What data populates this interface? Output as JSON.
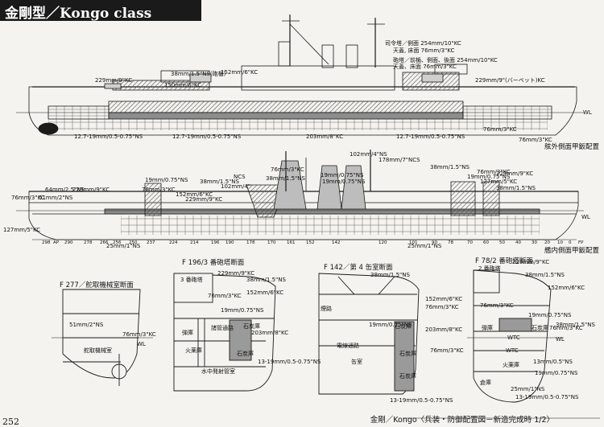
{
  "title": "金剛型／Kongo class",
  "page_number": "252",
  "caption": "金剛／Kongo〈兵装・防御配置図－新造完成時 1/2〉",
  "colors": {
    "paper": "#f4f3ef",
    "ink": "#1a1a1a",
    "armor_fill": "#9a9a9a",
    "hatch": "#6e6e6e"
  },
  "outboard_profile": {
    "caption": "舷外側面甲鈑配置",
    "labels": [
      "司令塔／側面 254mm/10\"KC",
      "天蓋, 床面 76mm/3\"KC",
      "砲塔／前楯、側面、後面 254mm/10\"KC",
      "天蓋、床面 76mm/3\"KC",
      "38mm/1.5\"NS(砲楯)",
      "152mm/6\"KC",
      "229mm/9\"KC",
      "150mm/6\"KC",
      "229mm/9\"(バーベット)KC",
      "76mm/3\"KC",
      "12.7-19mm/0.5-0.75\"NS",
      "12.7-19mm/0.5-0.75\"NS",
      "203mm/8\"KC",
      "12.7-19mm/0.5-0.75\"NS",
      "76mm/3\"KC",
      "WL"
    ]
  },
  "inboard_profile": {
    "caption": "艦内側面甲鈑配置",
    "labels": [
      "102mm/4\"NS",
      "178mm/7\"NCS",
      "38mm/1.5\"NS",
      "76mm/3\"KC",
      "229mm/9\"KC",
      "127mm/5\"KC",
      "19mm/0.75\"NS",
      "64mm/2.5\"NS",
      "51mm/2\"NS",
      "76mm/3\"KC",
      "229mm/9\"KC",
      "38mm/1.5\"NS",
      "NCS",
      "102mm/4\"",
      "152mm/6\"KC",
      "19mm/0.75\"NS",
      "76mm/3\"KC",
      "19mm/0.75\"NS",
      "19mm/0.75\"NS",
      "38mm/1.5\"NS",
      "76mm/3\"KC",
      "229mm/9\"KC",
      "38mm/1.5\"NS",
      "127mm/5\"KC",
      "25mm/1\"NS",
      "25mm/1\"NS",
      "WL"
    ],
    "frames": [
      "298",
      "AP",
      "290",
      "278",
      "266",
      "256",
      "250",
      "237",
      "224",
      "214",
      "196",
      "190",
      "178",
      "170",
      "161",
      "152",
      "142",
      "120",
      "101",
      "90",
      "78",
      "70",
      "60",
      "50",
      "40",
      "30",
      "20",
      "10",
      "0",
      "FP"
    ]
  },
  "sections": [
    {
      "title": "F 277／舵取機械室断面",
      "labels": [
        "51mm/2\"NS",
        "76mm/3\"KC",
        "WL",
        "舵取機械室"
      ]
    },
    {
      "title": "F 196/3 番砲塔断面",
      "labels": [
        "3 番砲塔",
        "229mm/9\"KC",
        "38mm/1.5\"NS",
        "76mm/3\"KC",
        "152mm/6\"KC",
        "19mm/0.75\"NS",
        "弾庫",
        "諸管通路",
        "石炭庫",
        "203mm/8\"KC",
        "火薬庫",
        "石炭庫",
        "13-19mm/0.5-0.75\"NS",
        "水中発射管室"
      ]
    },
    {
      "title": "F 142／第 4 缶室断面",
      "labels": [
        "38mm/1.5\"NS",
        "煙路",
        "152mm/6\"KC",
        "76mm/3\"KC",
        "19mm/0.75\"NS",
        "石炭庫",
        "203mm/8\"KC",
        "電線通路",
        "石炭庫",
        "76mm/3\"KC",
        "缶室",
        "石炭庫",
        "13-19mm/0.5-0.75\"NS"
      ]
    },
    {
      "title": "F 78/2 番砲塔断面",
      "labels": [
        "2 番砲塔",
        "229mm/9\"KC",
        "38mm/1.5\"NS",
        "152mm/6\"KC",
        "76mm/3\"KC",
        "19mm/0.75\"NS",
        "38mm/1.5\"NS",
        "石炭庫",
        "弾庫",
        "76mm/3\"KC",
        "WTC",
        "WL",
        "WTC",
        "13mm/0.5\"NS",
        "火薬庫",
        "19mm/0.75\"NS",
        "倉庫",
        "25mm/1\"NS",
        "13-19mm/0.5-0.75\"NS"
      ]
    }
  ]
}
